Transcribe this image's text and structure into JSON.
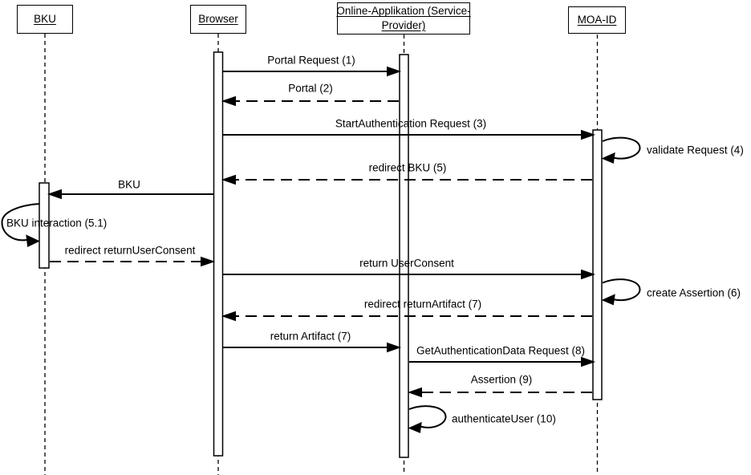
{
  "diagram": {
    "type": "uml-sequence-diagram",
    "colors": {
      "line": "#000000",
      "background": "#ffffff"
    },
    "participants": {
      "bku": {
        "label": "BKU"
      },
      "browser": {
        "label": "Browser"
      },
      "online_app": {
        "label_line1": "Online-Applikation (Service-",
        "label_line2": "Provider)"
      },
      "moa_id": {
        "label": "MOA-ID"
      }
    },
    "messages": {
      "portal_request": {
        "label": "Portal Request (1)",
        "from": "browser",
        "to": "online_app",
        "style": "solid"
      },
      "portal": {
        "label": "Portal (2)",
        "from": "online_app",
        "to": "browser",
        "style": "dashed"
      },
      "start_authentication": {
        "label": "StartAuthentication Request (3)",
        "from": "browser",
        "to": "moa_id",
        "style": "solid"
      },
      "validate_request": {
        "label": "validate Request (4)",
        "from": "moa_id",
        "to": "moa_id",
        "style": "self"
      },
      "redirect_bku": {
        "label": "redirect BKU (5)",
        "from": "moa_id",
        "to": "browser",
        "style": "dashed"
      },
      "bku": {
        "label": "BKU",
        "from": "browser",
        "to": "bku",
        "style": "solid"
      },
      "bku_interaction": {
        "label": "BKU interaction (5.1)",
        "from": "bku",
        "to": "bku",
        "style": "self"
      },
      "redirect_return_user_consent": {
        "label": "redirect returnUserConsent",
        "from": "bku",
        "to": "browser",
        "style": "dashed"
      },
      "return_user_consent": {
        "label": "return UserConsent",
        "from": "browser",
        "to": "moa_id",
        "style": "solid"
      },
      "create_assertion": {
        "label": "create Assertion (6)",
        "from": "moa_id",
        "to": "moa_id",
        "style": "self"
      },
      "redirect_return_artifact": {
        "label": "redirect returnArtifact (7)",
        "from": "moa_id",
        "to": "browser",
        "style": "dashed"
      },
      "return_artifact": {
        "label": "return Artifact (7)",
        "from": "browser",
        "to": "online_app",
        "style": "solid"
      },
      "get_authentication_data": {
        "label": "GetAuthenticationData Request (8)",
        "from": "online_app",
        "to": "moa_id",
        "style": "solid"
      },
      "assertion": {
        "label": "Assertion (9)",
        "from": "moa_id",
        "to": "online_app",
        "style": "dashed"
      },
      "authenticate_user": {
        "label": "authenticateUser (10)",
        "from": "online_app",
        "to": "online_app",
        "style": "self"
      }
    }
  }
}
